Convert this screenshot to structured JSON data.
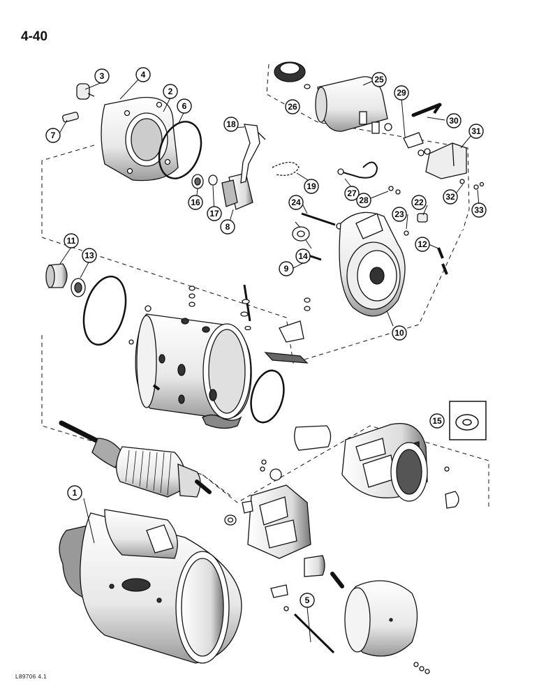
{
  "page_number": "4-40",
  "figure_code": "L89706 4.1",
  "callouts": [
    "1",
    "2",
    "3",
    "4",
    "5",
    "6",
    "7",
    "8",
    "9",
    "10",
    "11",
    "12",
    "13",
    "14",
    "15",
    "16",
    "17",
    "18",
    "19",
    "22",
    "23",
    "24",
    "25",
    "26",
    "27",
    "28",
    "29",
    "30",
    "31",
    "32",
    "33"
  ],
  "colors": {
    "ink": "#111111",
    "paper": "#ffffff",
    "shade": "#555555"
  }
}
